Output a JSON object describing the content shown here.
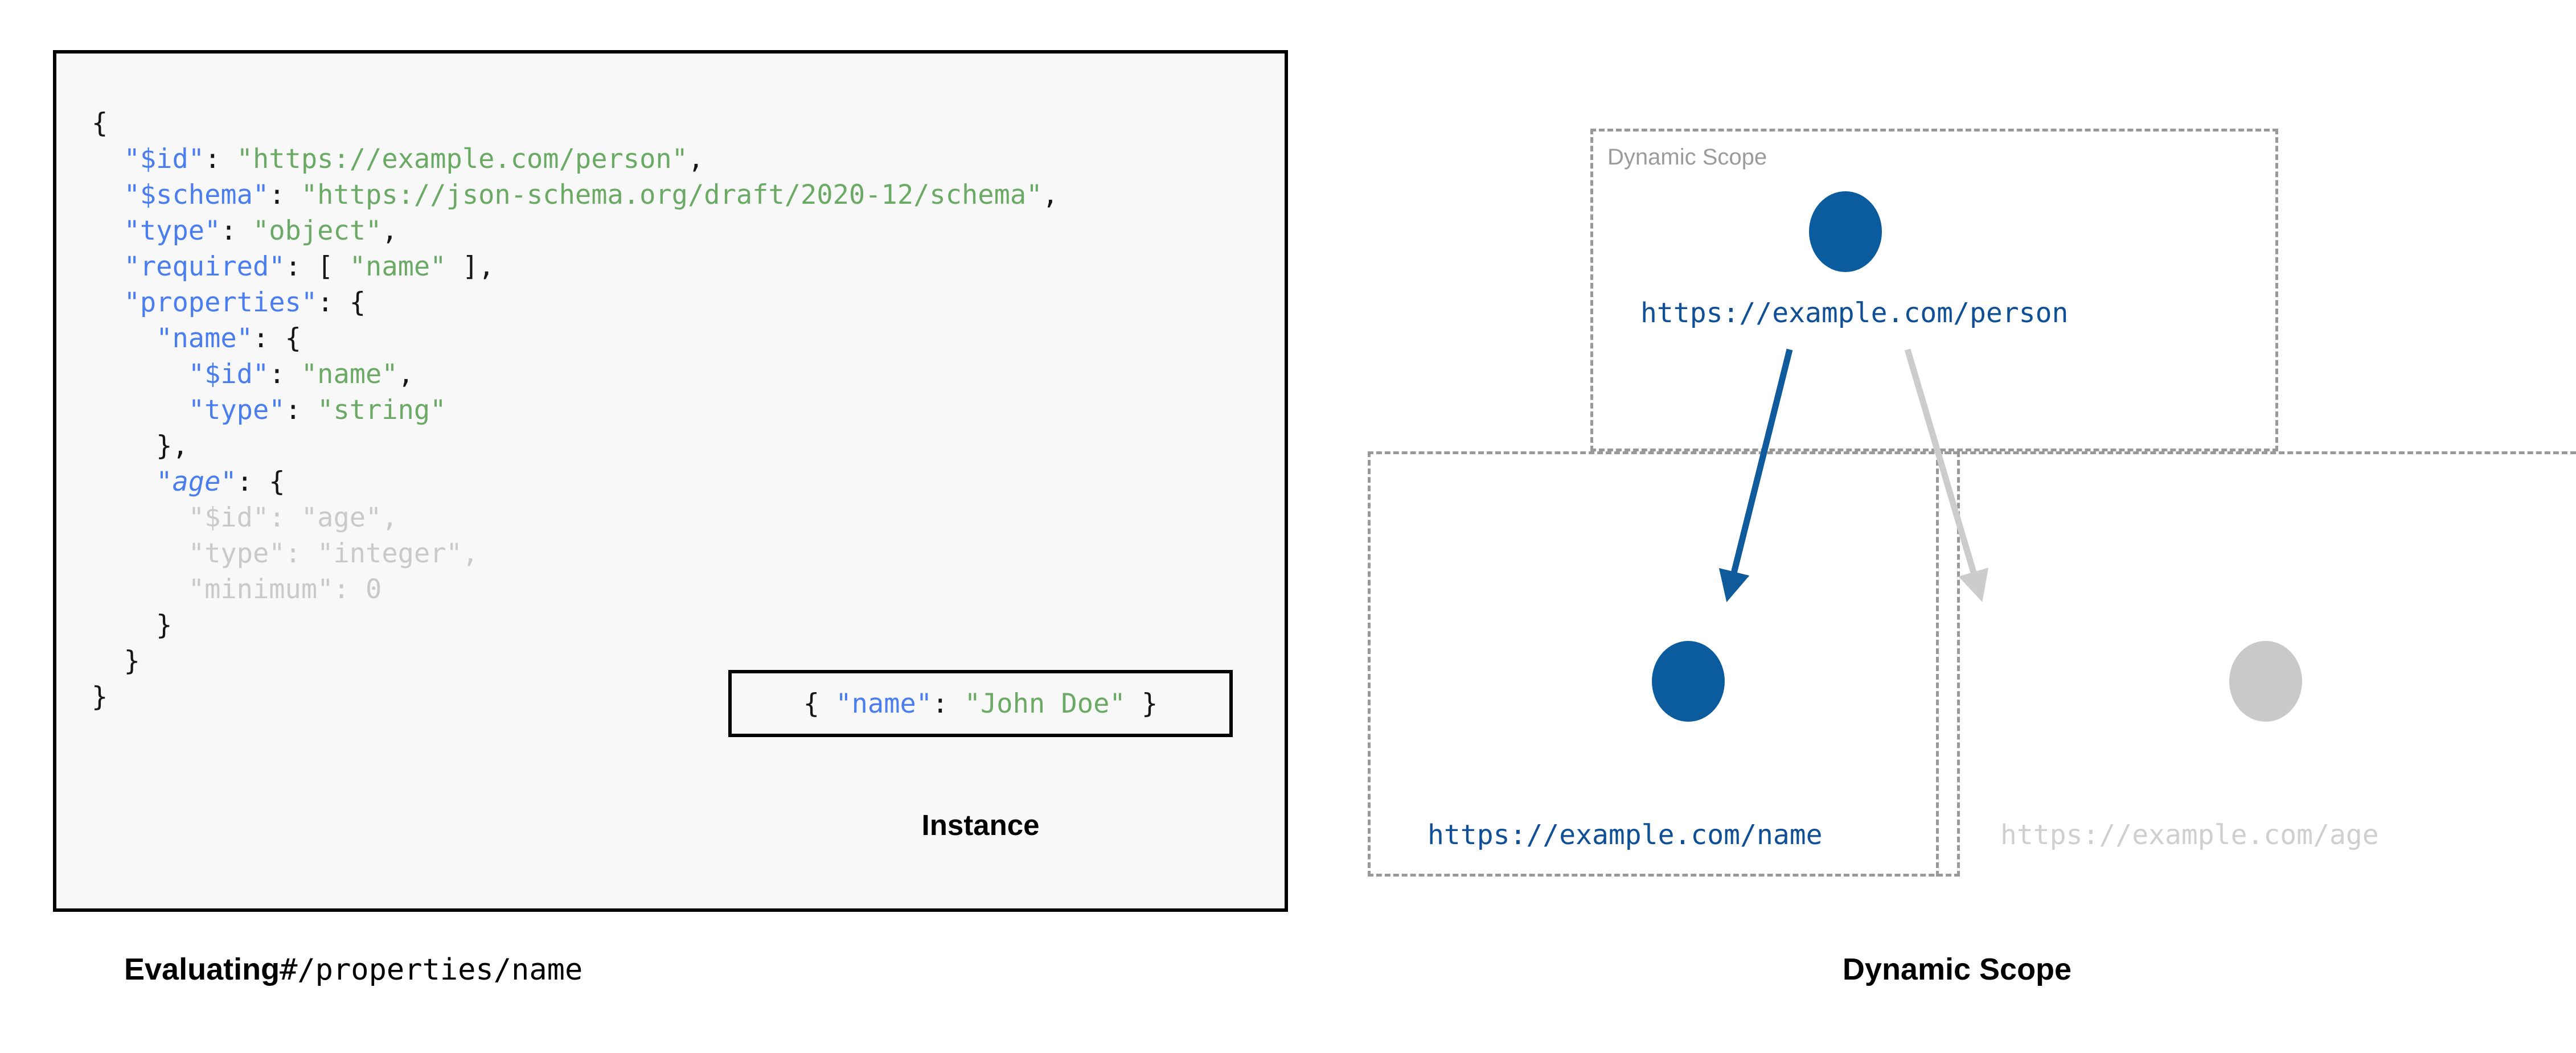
{
  "left": {
    "code_lines": [
      [
        {
          "t": "{",
          "c": "pun"
        }
      ],
      [
        {
          "t": "  ",
          "c": "pun"
        },
        {
          "t": "\"$id\"",
          "c": "key"
        },
        {
          "t": ": ",
          "c": "pun"
        },
        {
          "t": "\"https://example.com/person\"",
          "c": "str"
        },
        {
          "t": ",",
          "c": "pun"
        }
      ],
      [
        {
          "t": "  ",
          "c": "pun"
        },
        {
          "t": "\"$schema\"",
          "c": "key"
        },
        {
          "t": ": ",
          "c": "pun"
        },
        {
          "t": "\"https://json-schema.org/draft/2020-12/schema\"",
          "c": "str"
        },
        {
          "t": ",",
          "c": "pun"
        }
      ],
      [
        {
          "t": "  ",
          "c": "pun"
        },
        {
          "t": "\"type\"",
          "c": "key"
        },
        {
          "t": ": ",
          "c": "pun"
        },
        {
          "t": "\"object\"",
          "c": "str"
        },
        {
          "t": ",",
          "c": "pun"
        }
      ],
      [
        {
          "t": "  ",
          "c": "pun"
        },
        {
          "t": "\"required\"",
          "c": "key"
        },
        {
          "t": ": [ ",
          "c": "pun"
        },
        {
          "t": "\"name\"",
          "c": "str"
        },
        {
          "t": " ],",
          "c": "pun"
        }
      ],
      [
        {
          "t": "  ",
          "c": "pun"
        },
        {
          "t": "\"properties\"",
          "c": "key"
        },
        {
          "t": ": {",
          "c": "pun"
        }
      ],
      [
        {
          "t": "    ",
          "c": "pun"
        },
        {
          "t": "\"name\"",
          "c": "key"
        },
        {
          "t": ": {",
          "c": "pun"
        }
      ],
      [
        {
          "t": "      ",
          "c": "pun"
        },
        {
          "t": "\"$id\"",
          "c": "key"
        },
        {
          "t": ": ",
          "c": "pun"
        },
        {
          "t": "\"name\"",
          "c": "str"
        },
        {
          "t": ",",
          "c": "pun"
        }
      ],
      [
        {
          "t": "      ",
          "c": "pun"
        },
        {
          "t": "\"type\"",
          "c": "key"
        },
        {
          "t": ": ",
          "c": "pun"
        },
        {
          "t": "\"string\"",
          "c": "str"
        }
      ],
      [
        {
          "t": "    },",
          "c": "pun"
        }
      ],
      [
        {
          "t": "    ",
          "c": "pun"
        },
        {
          "t": "\"age\"",
          "c": "key-it"
        },
        {
          "t": ": {",
          "c": "pun"
        }
      ],
      [
        {
          "t": "      \"$id\": \"age\",",
          "c": "dim"
        }
      ],
      [
        {
          "t": "      \"type\": \"integer\",",
          "c": "dim"
        }
      ],
      [
        {
          "t": "      \"minimum\": 0",
          "c": "dim"
        }
      ],
      [
        {
          "t": "    }",
          "c": "pun"
        }
      ],
      [
        {
          "t": "  }",
          "c": "pun"
        }
      ],
      [
        {
          "t": "}",
          "c": "pun"
        }
      ]
    ],
    "instance": {
      "code": [
        {
          "t": "{ ",
          "c": "pun"
        },
        {
          "t": "\"name\"",
          "c": "key"
        },
        {
          "t": ": ",
          "c": "pun"
        },
        {
          "t": "\"John Doe\"",
          "c": "str"
        },
        {
          "t": " }",
          "c": "pun"
        }
      ],
      "caption": "Instance"
    },
    "caption_bold": "Evaluating",
    "caption_mono": "#/properties/name"
  },
  "right": {
    "scope_label": "Dynamic Scope",
    "caption": "Dynamic Scope",
    "nodes": [
      {
        "id": "person",
        "label": "https://example.com/person",
        "color": "#0a5c9e",
        "active": true
      },
      {
        "id": "name",
        "label": "https://example.com/name",
        "color": "#0a5c9e",
        "active": true
      },
      {
        "id": "age",
        "label": "https://example.com/age",
        "color": "#c9c9c9",
        "active": false
      }
    ],
    "edges": [
      {
        "from": "person",
        "to": "name",
        "color": "#0f5b9c",
        "active": true
      },
      {
        "from": "person",
        "to": "age",
        "color": "#cccccc",
        "active": false
      }
    ]
  },
  "colors": {
    "accent_blue": "#0a5c9e",
    "link_blue": "#0f4f95",
    "key_blue": "#4a7dee",
    "string_green": "#6aaa64",
    "muted_grey": "#c9c9c9",
    "dash_grey": "#999999",
    "code_bg": "#f8f8f8",
    "border_black": "#000000"
  }
}
